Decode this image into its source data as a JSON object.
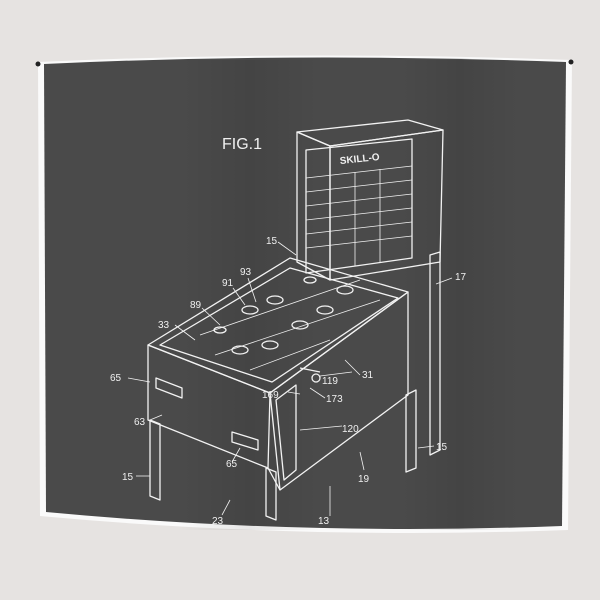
{
  "artwork": {
    "figure_label": "FIG.1",
    "top_text": "",
    "backbox_brand": "SKILL-O",
    "callouts": [
      "15",
      "17",
      "91",
      "93",
      "89",
      "33",
      "65",
      "63",
      "119",
      "31",
      "169",
      "173",
      "120",
      "15",
      "15",
      "19",
      "65",
      "23",
      "13"
    ]
  },
  "colors": {
    "wall": "#e6e3e1",
    "tapestry": "#4a4a4a",
    "linework": "#f2f2f2"
  }
}
